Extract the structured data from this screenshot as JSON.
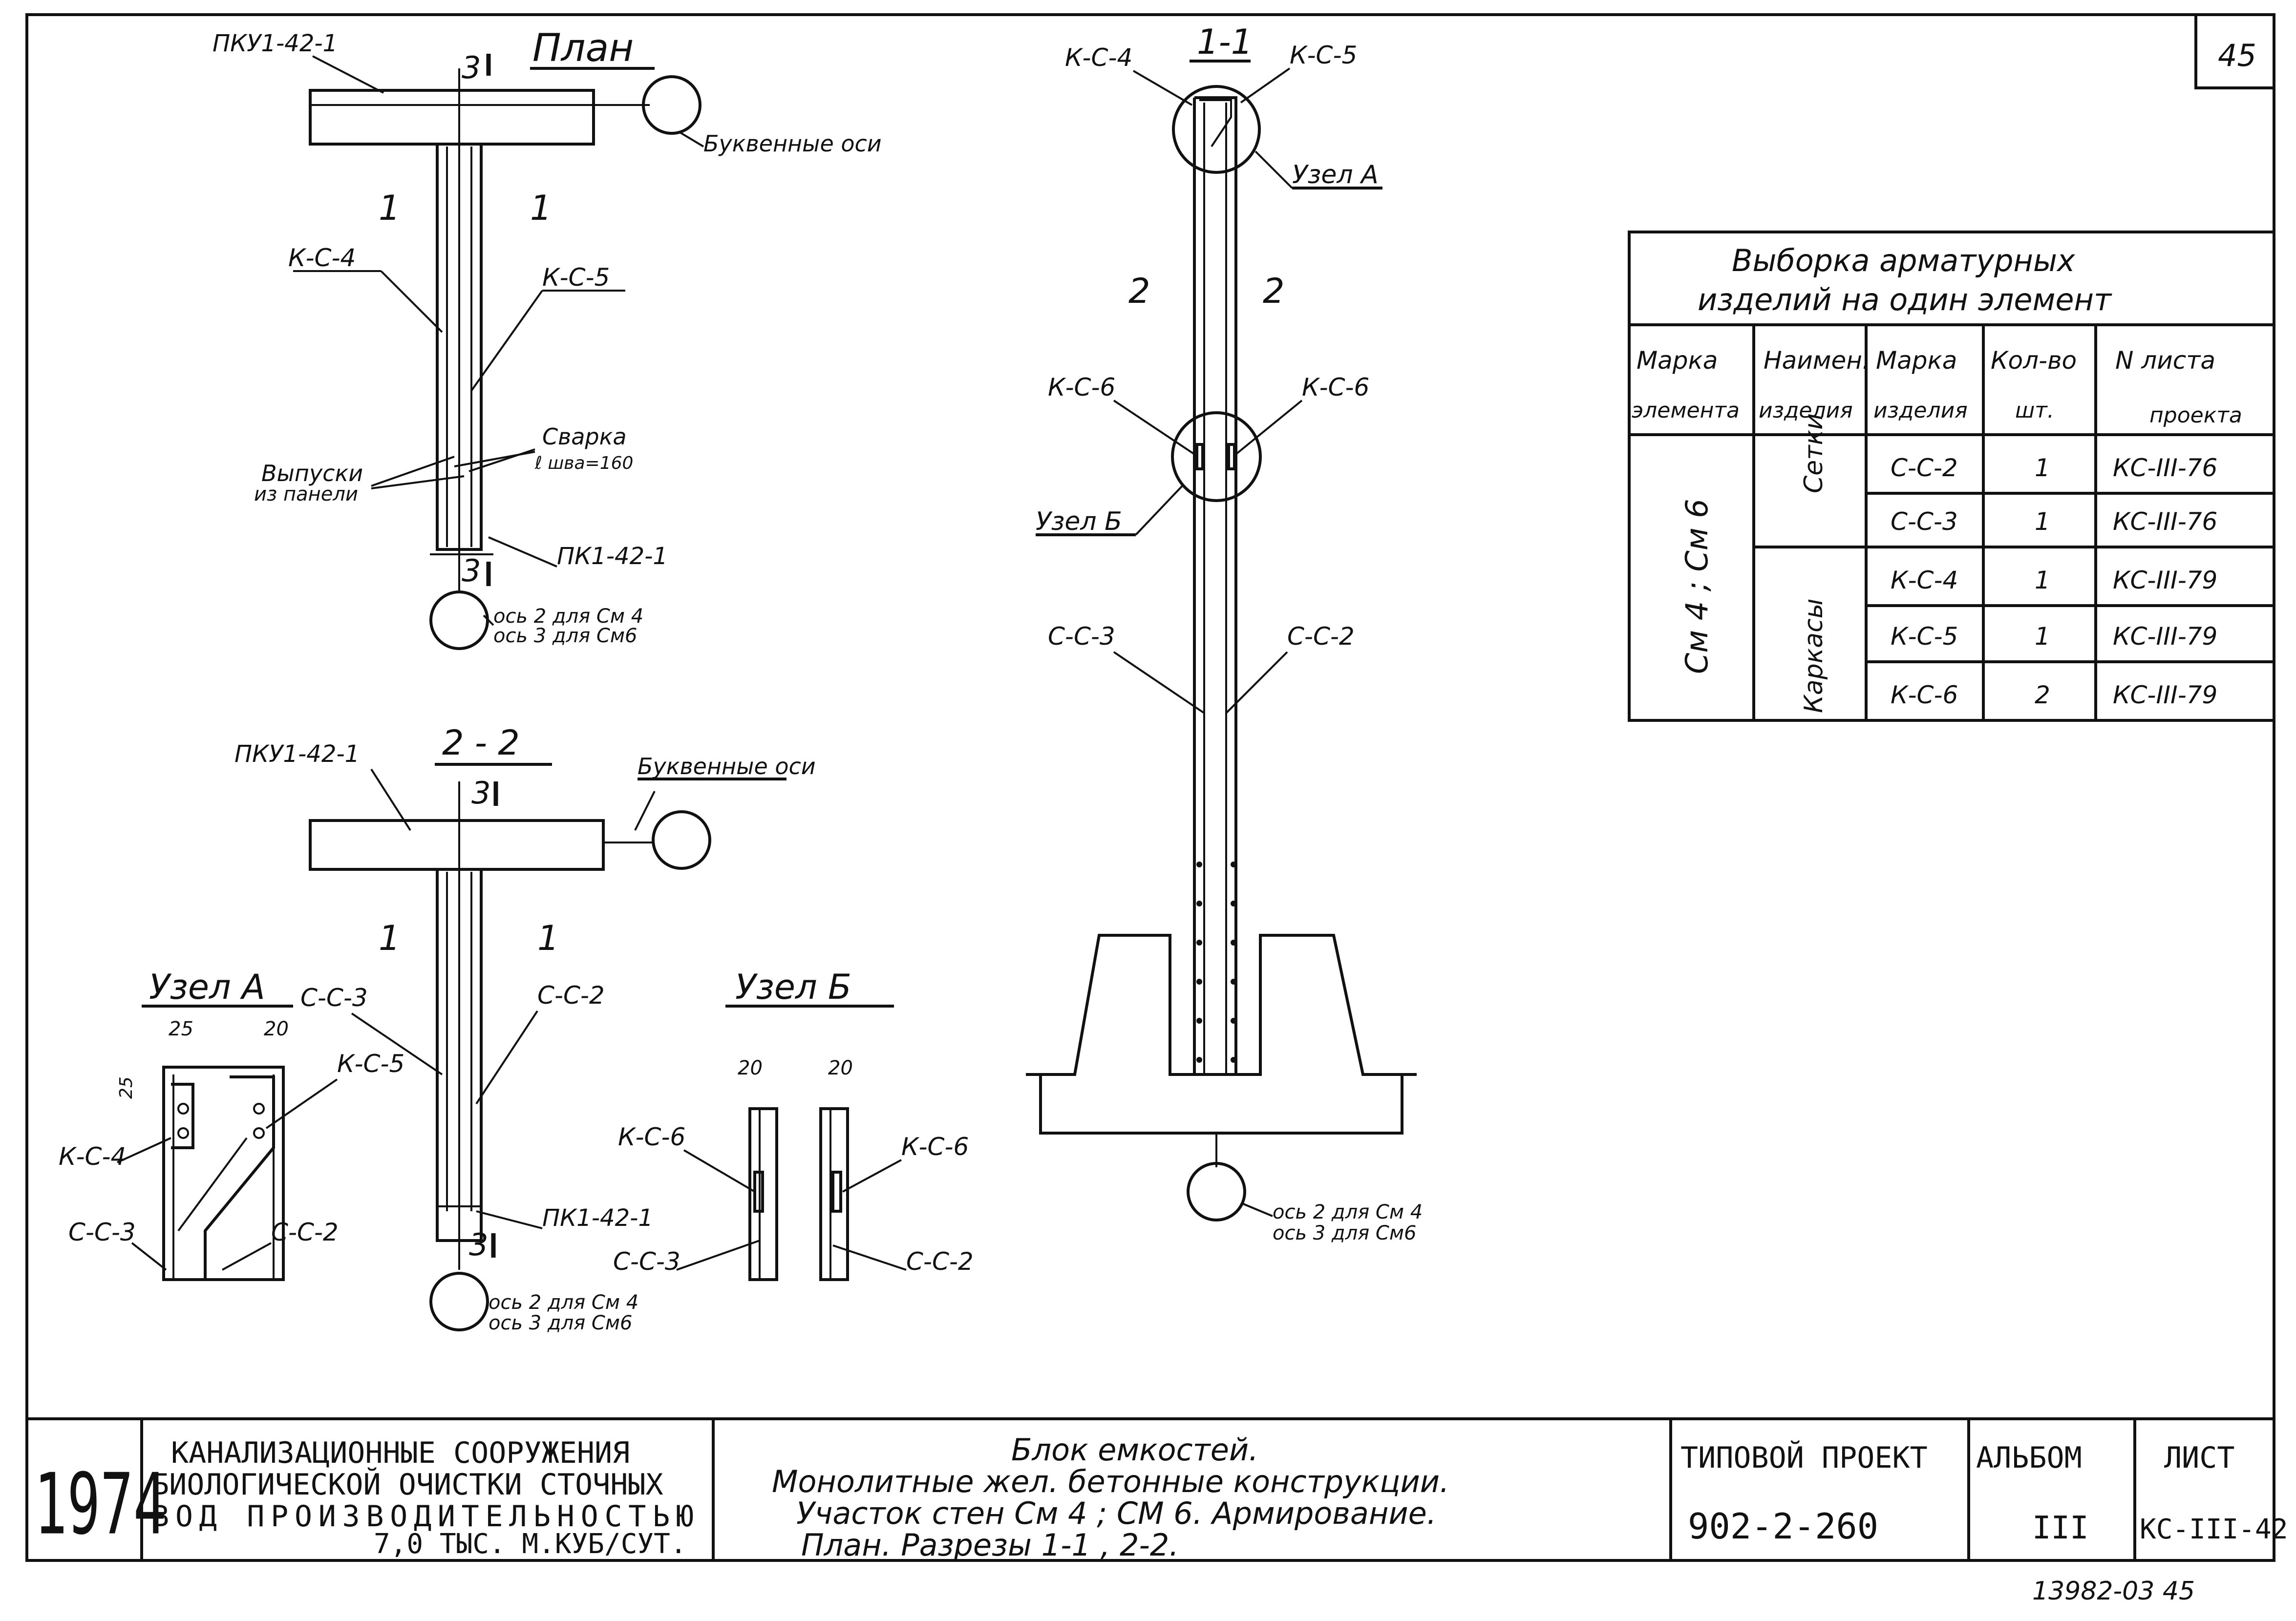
{
  "sheet_number": "45",
  "labels": {
    "plan_title": "План",
    "pku": "ПКУ1-42-1",
    "letter_axes": "Буквенные оси",
    "section_1": "1",
    "ks4": "К-С-4",
    "ks5": "К-С-5",
    "ks6": "К-С-6",
    "cc2": "С-С-2",
    "cc3": "С-С-3",
    "welding": "Сварка",
    "weld_len": "ℓ шва=160",
    "outlets1": "Выпуски",
    "outlets2": "из панели",
    "pk": "ПК1-42-1",
    "axis_note1": "ось 2 для См 4",
    "axis_note2": "ось 3 для См6",
    "cut3": "3",
    "sec22": "2 - 2",
    "sec11": "1-1",
    "sec2": "2",
    "node_a": "Узел А",
    "node_b": "Узел Б",
    "dim25": "25",
    "dim20": "20"
  },
  "table": {
    "title1": "Выборка арматурных",
    "title2": "изделий на один элемент",
    "headers": [
      [
        "Марка",
        "элемента"
      ],
      [
        "Наимен.",
        "изделия"
      ],
      [
        "Марка",
        "изделия"
      ],
      [
        "Кол-во",
        "шт."
      ],
      [
        "N листа",
        "проекта"
      ]
    ],
    "element": "См 4 ; См 6",
    "group_setki": "Сетки",
    "group_karkasy": "Каркасы",
    "rows": [
      {
        "mark": "С-С-2",
        "qty": "1",
        "sheet": "КС-III-76"
      },
      {
        "mark": "С-С-3",
        "qty": "1",
        "sheet": "КС-III-76"
      },
      {
        "mark": "К-С-4",
        "qty": "1",
        "sheet": "КС-III-79"
      },
      {
        "mark": "К-С-5",
        "qty": "1",
        "sheet": "КС-III-79"
      },
      {
        "mark": "К-С-6",
        "qty": "2",
        "sheet": "КС-III-79"
      }
    ]
  },
  "title_block": {
    "year": "1974",
    "org1": "КАНАЛИЗАЦИОННЫЕ СООРУЖЕНИЯ",
    "org2": "БИОЛОГИЧЕСКОЙ ОЧИСТКИ СТОЧНЫХ",
    "org3": "ВОД ПРОИЗВОДИТЕЛЬНОСТЬЮ",
    "org4": "7,0 ТЫС. М.КУБ/СУТ.",
    "desc1": "Блок емкостей.",
    "desc2": "Монолитные жел. бетонные конструкции.",
    "desc3": "Участок стен См 4 ; СМ 6. Армирование.",
    "desc4": "План. Разрезы 1-1 , 2-2.",
    "project_label": "ТИПОВОЙ ПРОЕКТ",
    "project_number": "902-2-260",
    "album_label": "АЛЬБОМ",
    "album_number": "III",
    "sheet_label": "ЛИСТ",
    "sheet_code": "КС-III-42"
  },
  "archive_number": "13982-03 45"
}
